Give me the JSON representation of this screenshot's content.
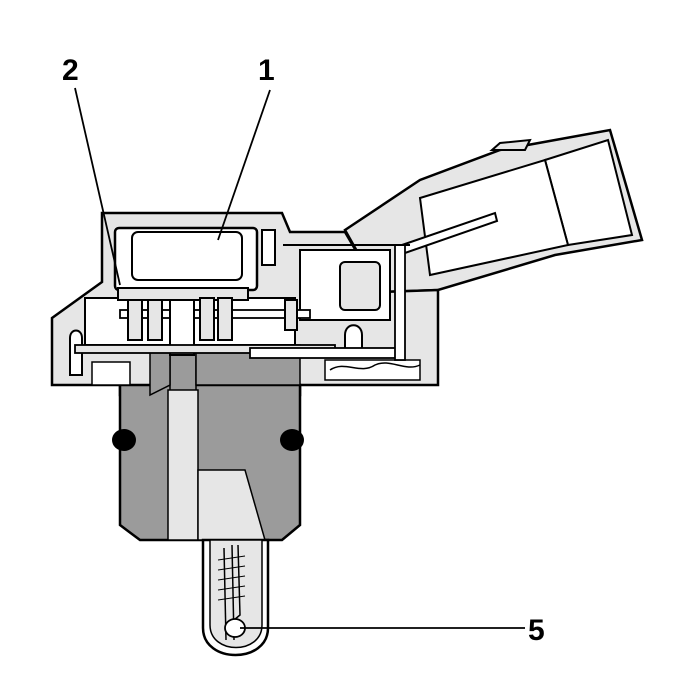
{
  "diagram": {
    "callouts": [
      {
        "id": "1",
        "label": "1"
      },
      {
        "id": "2",
        "label": "2"
      },
      {
        "id": "5",
        "label": "5"
      }
    ],
    "colors": {
      "housing_fill": "#e6e6e6",
      "port_fill": "#9b9b9b",
      "outline": "#000000",
      "background": "#ffffff"
    }
  }
}
